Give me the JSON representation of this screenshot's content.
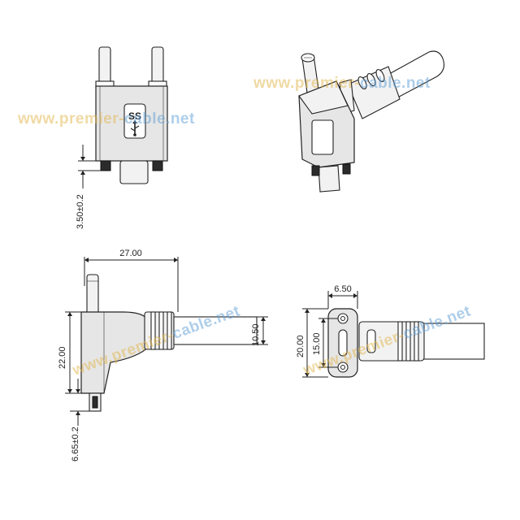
{
  "watermark": {
    "text": "www.premier-cable.net",
    "colors": {
      "gold": "#e2b64c",
      "blue": "#5f9fd6"
    }
  },
  "dimensions": {
    "front_protrusion": "3.50±0.2",
    "side_length": "27.00",
    "side_height": "22.00",
    "cable_diameter": "10.50",
    "side_protrusion": "6.65±0.2",
    "end_width": "6.50",
    "end_height": "20.00",
    "end_slot": "15.00"
  },
  "icons": {
    "usb3": "usb-superspeed-icon"
  }
}
